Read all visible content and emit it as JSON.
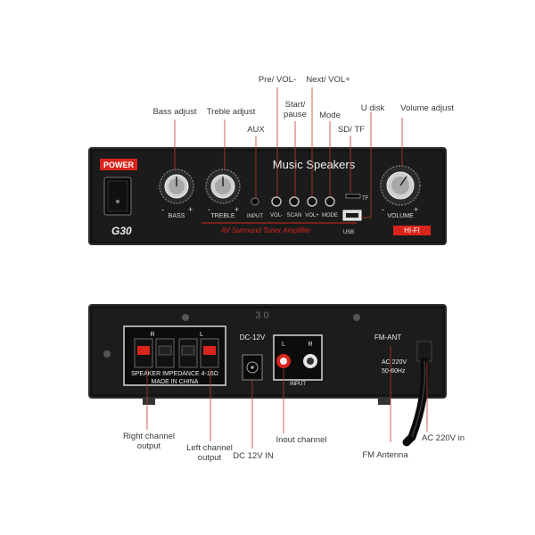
{
  "front_callouts": {
    "pre_vol_minus": "Pre/ VOL-",
    "next_vol_plus": "Next/ VOL+",
    "bass_adjust": "Bass adjust",
    "treble_adjust": "Treble adjust",
    "start_pause": "Start/\npause",
    "mode": "Mode",
    "u_disk": "U disk",
    "volume_adjust": "Volume adjust",
    "aux": "AUX",
    "sd_tf": "SD/ TF"
  },
  "front_panel": {
    "power": "POWER",
    "brand_title": "Music Speakers",
    "model": "G30",
    "subtitle": "AV Surround Tuner Amplifier",
    "hifi": "HI-FI",
    "bass": "BASS",
    "treble": "TREBLE",
    "volume": "VOLUME",
    "input": "INPUT",
    "btn_vol_minus": "VOL-",
    "btn_scan": "SCAN",
    "btn_vol_plus": "VOL+",
    "btn_mode": "MODE",
    "usb": "USB",
    "tf": "TF",
    "minus": "-",
    "plus": "+"
  },
  "rear_panel": {
    "model_engraved": "3 0",
    "speaker_impedance": "SPEAKER IMPEDANCE 4-16Ω",
    "made_in": "MADE IN CHINA",
    "r_label": "R",
    "l_label": "L",
    "dc_label": "DC-12V",
    "input_label": "INPUT",
    "fm_ant": "FM-ANT",
    "ac_label": "AC 220V",
    "hz_label": "50-60Hz"
  },
  "rear_callouts": {
    "right_channel": "Right channel\noutput",
    "left_channel": "Left channel\noutput",
    "input_channel": "Inout channel",
    "fm_antenna": "FM Antenna",
    "ac_in": "AC 220V in",
    "dc_in": "DC 12V IN"
  },
  "colors": {
    "panel": "#141414",
    "panel_edge": "#2b2b2b",
    "accent_red": "#d9241c",
    "leader": "#c0392b",
    "label": "#3a3a3a"
  }
}
